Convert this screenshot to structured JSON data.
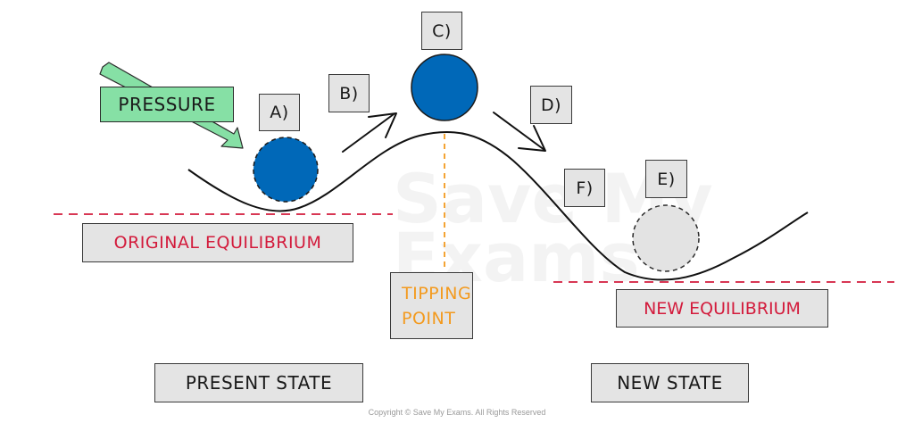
{
  "diagram": {
    "title": "Tipping point and equilibrium states",
    "labels": {
      "pressure": "PRESSURE",
      "a": "A)",
      "b": "B)",
      "c": "C)",
      "d": "D)",
      "e": "E)",
      "f": "F)",
      "original_equilibrium": "ORIGINAL EQUILIBRIUM",
      "tipping_point": [
        "TIPPING",
        "POINT"
      ],
      "new_equilibrium": "NEW EQUILIBRIUM",
      "present_state": "PRESENT STATE",
      "new_state": "NEW STATE"
    },
    "balls": [
      {
        "id": "A",
        "fill": "blue",
        "outline": "dashed"
      },
      {
        "id": "C",
        "fill": "blue",
        "outline": "solid"
      },
      {
        "id": "E",
        "fill": "grey",
        "outline": "dashed"
      }
    ],
    "colors": {
      "ball_blue": "#0068b8",
      "ball_grey": "#e3e3e3",
      "pressure_green": "#86e0a5",
      "equilibrium_red": "#d31b3c",
      "tipping_orange": "#f39a1e",
      "label_bg": "#e4e4e4",
      "curve": "#111111"
    },
    "watermark": [
      "Save My",
      "Exams"
    ],
    "copyright": "Copyright © Save My Exams. All Rights Reserved"
  }
}
